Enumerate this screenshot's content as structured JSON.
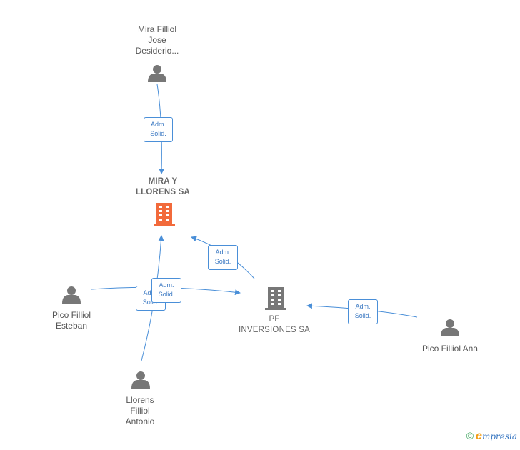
{
  "diagram": {
    "nodes": {
      "mira_jose": {
        "label": "Mira Filliol\nJose\nDesiderio..."
      },
      "mira_llorens": {
        "label": "MIRA Y\nLLORENS SA"
      },
      "pf_inversiones": {
        "label": "PF\nINVERSIONES SA"
      },
      "pico_esteban": {
        "label": "Pico Filliol\nEsteban"
      },
      "llorens_antonio": {
        "label": "Llorens\nFilliol\nAntonio"
      },
      "pico_ana": {
        "label": "Pico Filliol Ana"
      }
    },
    "relations": {
      "rel_1": {
        "label": "Adm.\nSolid."
      },
      "rel_2": {
        "label": "Adm.\nSolid."
      },
      "rel_3": {
        "label": "Adm.\nSolid."
      },
      "rel_4": {
        "label": "Adm.\nSolid."
      },
      "rel_5": {
        "label": "Adm.\nSolid."
      }
    },
    "colors": {
      "edge": "#4a8fd8",
      "person_icon": "#777777",
      "main_company_icon": "#f26a3b",
      "company_icon": "#777777"
    },
    "icons": {
      "person": "person-icon",
      "company": "building-icon"
    }
  },
  "footer": {
    "copyright": "©",
    "brand_initial": "e",
    "brand_rest": "mpresia"
  }
}
